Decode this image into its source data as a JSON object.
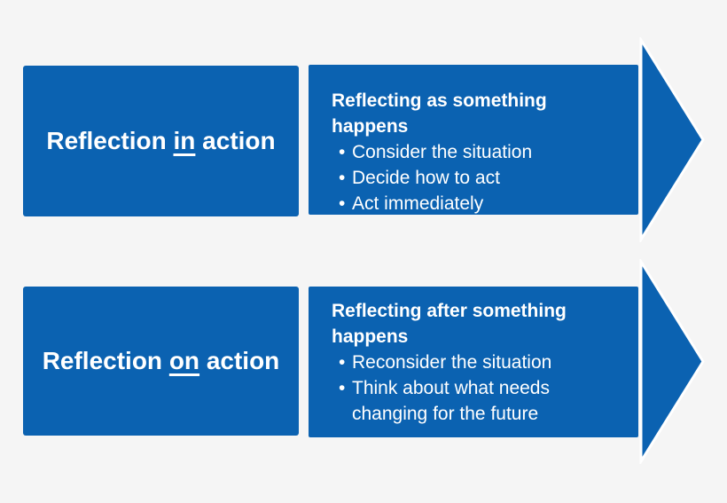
{
  "figure": {
    "background": "#f5f5f5",
    "shape_color": "#0b62b1",
    "outline_color": "#ffffff",
    "text_color": "#ffffff"
  },
  "rows": [
    {
      "box": {
        "pre": "Reflection",
        "underlined": "in",
        "post": "action"
      },
      "arrow": {
        "heading": "Reflecting as something happens",
        "bullets": [
          "Consider the situation",
          "Decide how to act",
          "Act immediately"
        ]
      }
    },
    {
      "box": {
        "pre": "Reflection",
        "underlined": "on",
        "post": "action"
      },
      "arrow": {
        "heading": "Reflecting after something happens",
        "bullets": [
          "Reconsider the situation",
          "Think about what needs changing for the future"
        ]
      }
    }
  ]
}
